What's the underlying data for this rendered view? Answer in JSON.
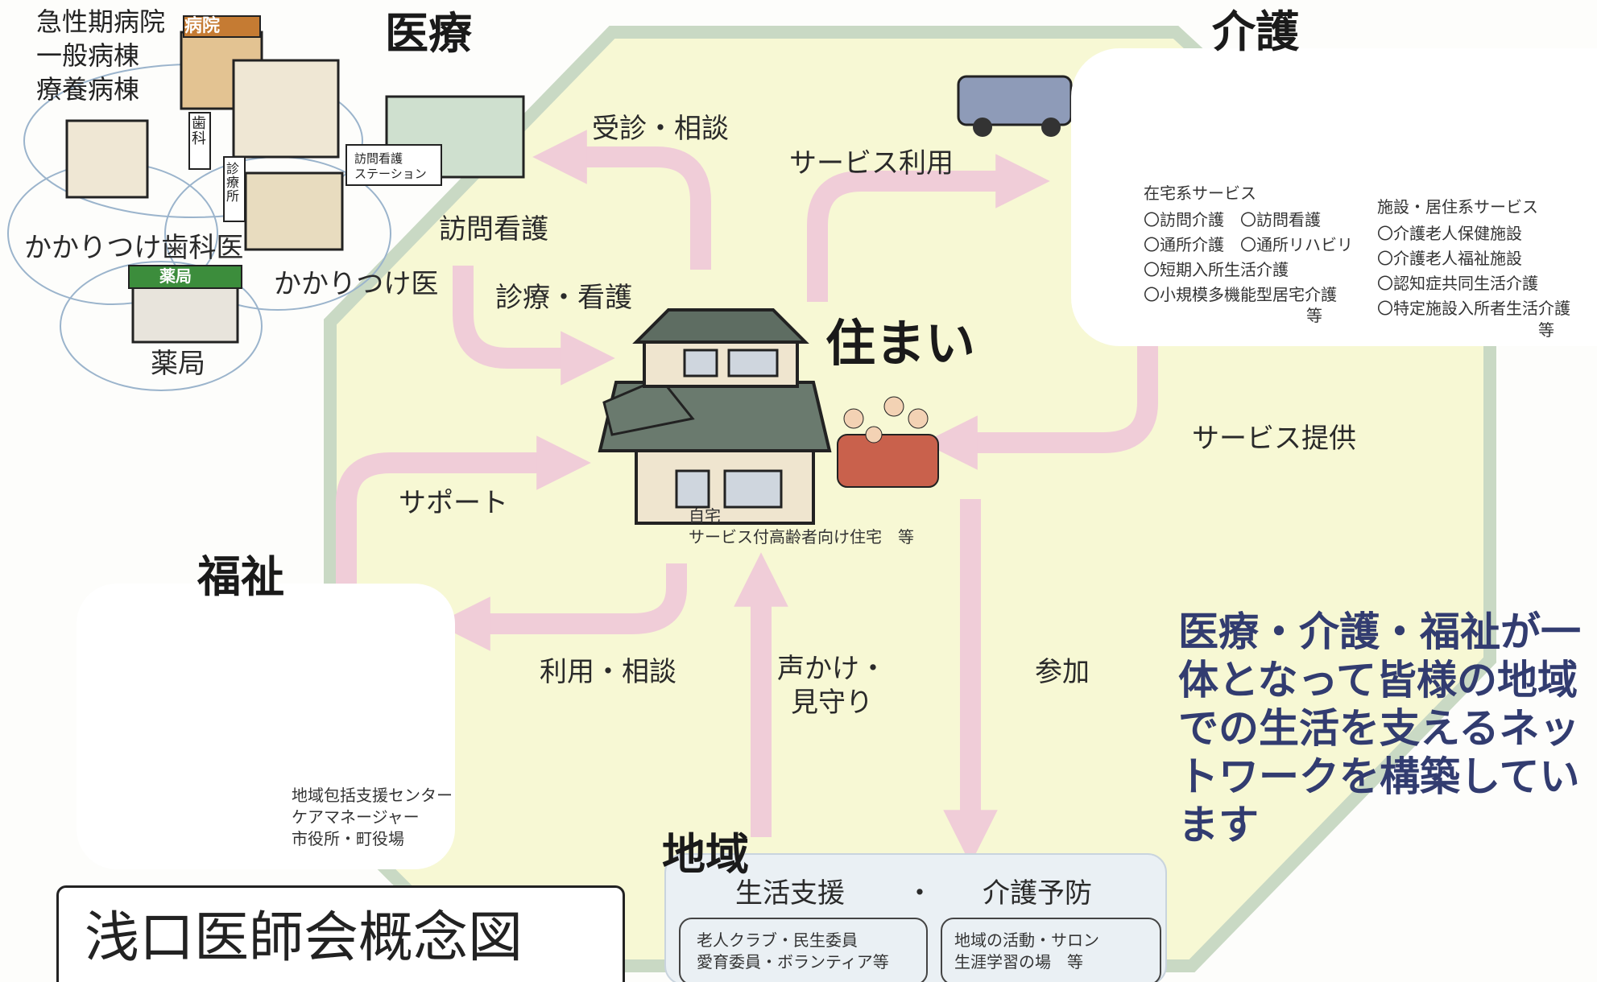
{
  "categories": {
    "medical": "医療",
    "care": "介護",
    "welfare": "福祉",
    "home": "住まい",
    "community": "地域"
  },
  "medical": {
    "hospital_types": [
      "急性期病院",
      "一般病棟",
      "療養病棟"
    ],
    "building_signs": {
      "hospital": "病院",
      "dental_sign": "歯科",
      "clinic_sign": "診療所",
      "station_sign": [
        "訪問看護",
        "ステーション"
      ],
      "pharmacy_sign": "薬局"
    },
    "dentist": "かかりつけ歯科医",
    "clinic": "かかりつけ医",
    "visiting_nurse": "訪問看護",
    "pharmacy": "薬局"
  },
  "arrows": {
    "consult": "受診・相談",
    "treatment": "診療・看護",
    "service_use": "サービス利用",
    "service_provide": "サービス提供",
    "support": "サポート",
    "use_consult": "利用・相談",
    "watch": [
      "声かけ・",
      "見守り"
    ],
    "participate": "参加"
  },
  "care": {
    "home_services_title": "在宅系サービス",
    "home_services": [
      "〇訪問介護　〇訪問看護",
      "〇通所介護　〇通所リハビリ",
      "〇短期入所生活介護",
      "〇小規模多機能型居宅介護"
    ],
    "home_etc": "等",
    "facility_title": "施設・居住系サービス",
    "facility_services": [
      "〇介護老人保健施設",
      "〇介護老人福祉施設",
      "〇認知症共同生活介護",
      "〇特定施設入所者生活介護"
    ],
    "facility_etc": "等"
  },
  "home": {
    "types": [
      "自宅",
      "サービス付高齢者向け住宅　等"
    ]
  },
  "welfare": {
    "items": [
      "地域包括支援センター",
      "ケアマネージャー",
      "市役所・町役場"
    ]
  },
  "community": {
    "life_support": "生活支援",
    "dot": "・",
    "care_prevention": "介護予防",
    "left_box": [
      "老人クラブ・民生委員",
      "愛育委員・ボランティア等"
    ],
    "right_box": [
      "地域の活動・サロン",
      "生涯学習の場　等"
    ]
  },
  "message": [
    "医療・介護・福祉が一",
    "体となって皆様の地域",
    "での生活を支えるネッ",
    "トワークを構築してい",
    "ます"
  ],
  "title": "浅口医師会概念図",
  "colors": {
    "area": "#f7f8d4",
    "border": "#c9d9c4",
    "arrow": "#f0cdd8",
    "message": "#323c70"
  }
}
